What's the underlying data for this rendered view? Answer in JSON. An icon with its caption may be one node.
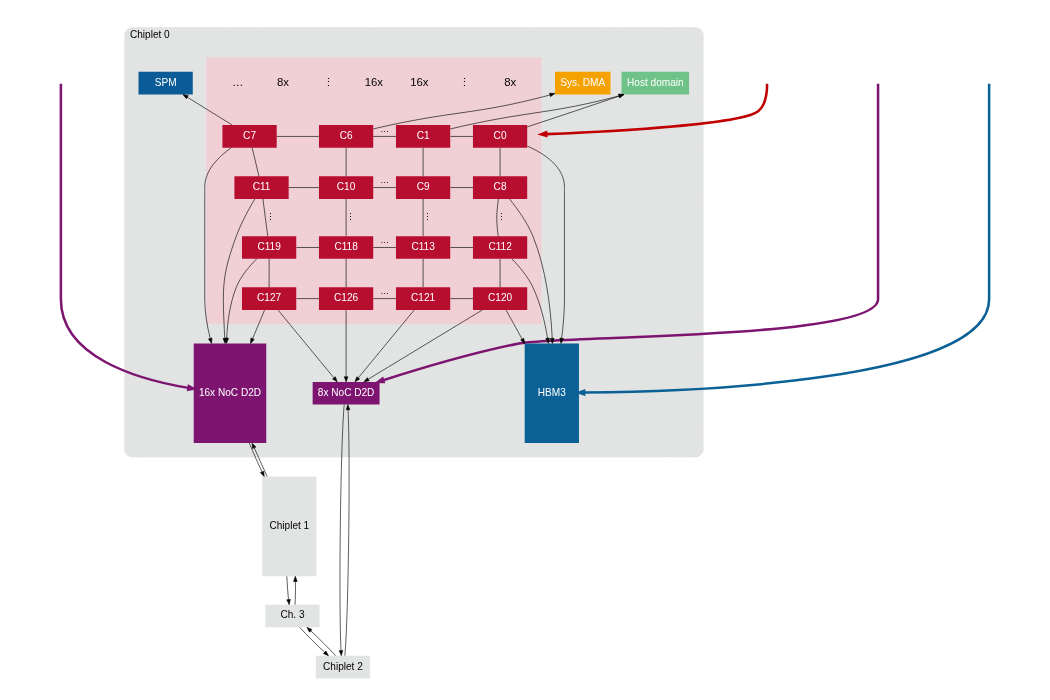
{
  "diagram": {
    "nodes": [
      {
        "text": [
          "Chiplet 0"
        ]
      },
      {
        "text": [
          "Host domain"
        ],
        "in": 0
      },
      {
        "text": [
          "Sys. DMA"
        ],
        "in": 0
      },
      {
        "text": [
          "SPM"
        ],
        "in": 0
      },
      {
        "text": [
          "HBM3"
        ],
        "in": 0
      },
      {
        "text": [],
        "shape": "box",
        "in": 0
      },
      {
        "text": [
          "C0"
        ],
        "in": 5
      },
      {
        "text": [
          "C1"
        ],
        "in": 5
      },
      {
        "text": [
          "C6"
        ],
        "in": 5
      },
      {
        "text": [
          "C7"
        ],
        "in": 5
      },
      {
        "text": [
          "C8"
        ],
        "in": 5
      },
      {
        "text": [
          "C9"
        ],
        "in": 5
      },
      {
        "text": [
          "C10"
        ],
        "in": 5
      },
      {
        "text": [
          "C11"
        ],
        "in": 5
      },
      {
        "text": [
          "C112"
        ],
        "in": 5
      },
      {
        "text": [
          "C113"
        ],
        "in": 5
      },
      {
        "text": [
          "C118"
        ],
        "in": 5
      },
      {
        "text": [
          "C119"
        ],
        "in": 5
      },
      {
        "text": [
          "C120"
        ],
        "in": 5
      },
      {
        "text": [
          "C121"
        ],
        "in": 5
      },
      {
        "text": [
          "C126"
        ],
        "in": 5
      },
      {
        "text": [
          "C127"
        ],
        "in": 5
      },
      {
        "text": [
          "16x NoC D2D"
        ],
        "in": 0
      },
      {
        "text": [
          "8x NoC D2D"
        ],
        "in": 0
      },
      {
        "text": [
          "Chiplet 1"
        ]
      },
      {
        "text": [
          "Chiplet 2"
        ]
      },
      {
        "text": [
          "Ch. 3"
        ]
      }
    ],
    "edges": [
      {
        "from": 6,
        "to": 1,
        "arrow": "to"
      },
      {
        "from": 7,
        "to": 1,
        "arrow": "to"
      },
      {
        "from": 8,
        "to": 2,
        "arrow": "to"
      },
      {
        "from": 9,
        "to": 3,
        "arrow": "to"
      },
      {
        "from": 6,
        "to": 4,
        "arrow": "to"
      },
      {
        "from": 10,
        "to": 4,
        "arrow": "to"
      },
      {
        "from": 14,
        "to": 4,
        "arrow": "to"
      },
      {
        "from": 18,
        "to": 4,
        "arrow": "to"
      },
      {
        "from": 9,
        "to": 22,
        "arrow": "to"
      },
      {
        "from": 13,
        "to": 22,
        "arrow": "to"
      },
      {
        "from": 17,
        "to": 22,
        "arrow": "to"
      },
      {
        "from": 21,
        "to": 22,
        "arrow": "to"
      },
      {
        "from": 18,
        "to": 23,
        "arrow": "to"
      },
      {
        "from": 19,
        "to": 23,
        "arrow": "to"
      },
      {
        "from": 20,
        "to": 23,
        "arrow": "to"
      },
      {
        "from": 21,
        "to": 23,
        "arrow": "to"
      },
      {
        "from": 6,
        "to": 7,
        "arrow": "none"
      },
      {
        "from": 7,
        "to": 8,
        "arrow": "none",
        "label": "…"
      },
      {
        "from": 8,
        "to": 9,
        "arrow": "none"
      },
      {
        "from": 10,
        "to": 11,
        "arrow": "none"
      },
      {
        "from": 11,
        "to": 12,
        "arrow": "none",
        "label": "…"
      },
      {
        "from": 12,
        "to": 13,
        "arrow": "none"
      },
      {
        "from": 14,
        "to": 15,
        "arrow": "none"
      },
      {
        "from": 15,
        "to": 16,
        "arrow": "none",
        "label": "…"
      },
      {
        "from": 16,
        "to": 17,
        "arrow": "none"
      },
      {
        "from": 18,
        "to": 19,
        "arrow": "none"
      },
      {
        "from": 19,
        "to": 20,
        "arrow": "none",
        "label": "…"
      },
      {
        "from": 20,
        "to": 21,
        "arrow": "none"
      },
      {
        "from": 6,
        "to": 10,
        "arrow": "none"
      },
      {
        "from": 10,
        "to": 14,
        "arrow": "none",
        "label": "⋮"
      },
      {
        "from": 14,
        "to": 18,
        "arrow": "none"
      },
      {
        "from": 7,
        "to": 11,
        "arrow": "none"
      },
      {
        "from": 11,
        "to": 15,
        "arrow": "none",
        "label": "⋮"
      },
      {
        "from": 15,
        "to": 19,
        "arrow": "none"
      },
      {
        "from": 8,
        "to": 12,
        "arrow": "none"
      },
      {
        "from": 12,
        "to": 16,
        "arrow": "none",
        "label": "⋮"
      },
      {
        "from": 16,
        "to": 20,
        "arrow": "none"
      },
      {
        "from": 9,
        "to": 13,
        "arrow": "none"
      },
      {
        "from": 13,
        "to": 17,
        "arrow": "none",
        "label": "⋮"
      },
      {
        "from": 17,
        "to": 21,
        "arrow": "none"
      },
      {
        "from": 24,
        "to": 22,
        "arrow": "to"
      },
      {
        "from": 22,
        "to": 24,
        "arrow": "to"
      },
      {
        "from": 23,
        "to": 25,
        "arrow": "to"
      },
      {
        "from": 25,
        "to": 23,
        "arrow": "to"
      },
      {
        "from": 24,
        "to": 26,
        "arrow": "to"
      },
      {
        "from": 26,
        "to": 24,
        "arrow": "to"
      },
      {
        "from": 26,
        "to": 25,
        "arrow": "to"
      },
      {
        "from": 25,
        "to": 26,
        "arrow": "to"
      },
      {
        "from": null,
        "to": 5,
        "arrow": "to",
        "style": "thick",
        "color": "#c00000"
      },
      {
        "from": null,
        "to": 4,
        "arrow": "to",
        "style": "thick",
        "color": "#0b6196"
      },
      {
        "from": null,
        "to": 23,
        "arrow": "to",
        "style": "thick",
        "color": "#7d1470"
      },
      {
        "from": null,
        "to": 22,
        "arrow": "to",
        "style": "thick",
        "color": "#7d1470"
      }
    ],
    "labels": [
      "8x",
      "⋮",
      "16x",
      "16x",
      "⋮",
      "8x",
      "…"
    ]
  }
}
